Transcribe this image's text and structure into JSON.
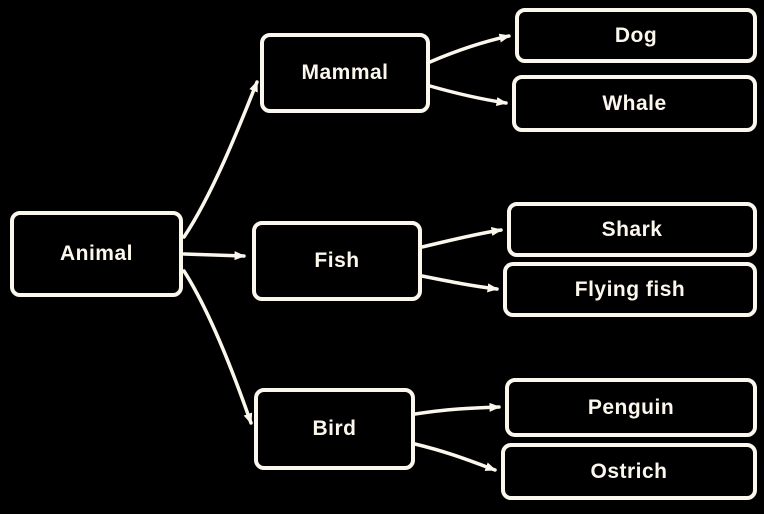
{
  "diagram": {
    "type": "flowchart",
    "direction": "left-to-right",
    "background_color": "#000000",
    "node_stroke_color": "#FBF7EC",
    "text_color": "#FBF7EC",
    "nodes": {
      "animal": {
        "label": "Animal",
        "level": "root"
      },
      "mammal": {
        "label": "Mammal",
        "level": "category"
      },
      "fish": {
        "label": "Fish",
        "level": "category"
      },
      "bird": {
        "label": "Bird",
        "level": "category"
      },
      "dog": {
        "label": "Dog",
        "level": "leaf"
      },
      "whale": {
        "label": "Whale",
        "level": "leaf"
      },
      "shark": {
        "label": "Shark",
        "level": "leaf"
      },
      "flying_fish": {
        "label": "Flying fish",
        "level": "leaf"
      },
      "penguin": {
        "label": "Penguin",
        "level": "leaf"
      },
      "ostrich": {
        "label": "Ostrich",
        "level": "leaf"
      }
    },
    "edges": [
      {
        "from": "Animal",
        "to": "Mammal"
      },
      {
        "from": "Animal",
        "to": "Fish"
      },
      {
        "from": "Animal",
        "to": "Bird"
      },
      {
        "from": "Mammal",
        "to": "Dog"
      },
      {
        "from": "Mammal",
        "to": "Whale"
      },
      {
        "from": "Fish",
        "to": "Shark"
      },
      {
        "from": "Fish",
        "to": "Flying fish"
      },
      {
        "from": "Bird",
        "to": "Penguin"
      },
      {
        "from": "Bird",
        "to": "Ostrich"
      }
    ]
  }
}
